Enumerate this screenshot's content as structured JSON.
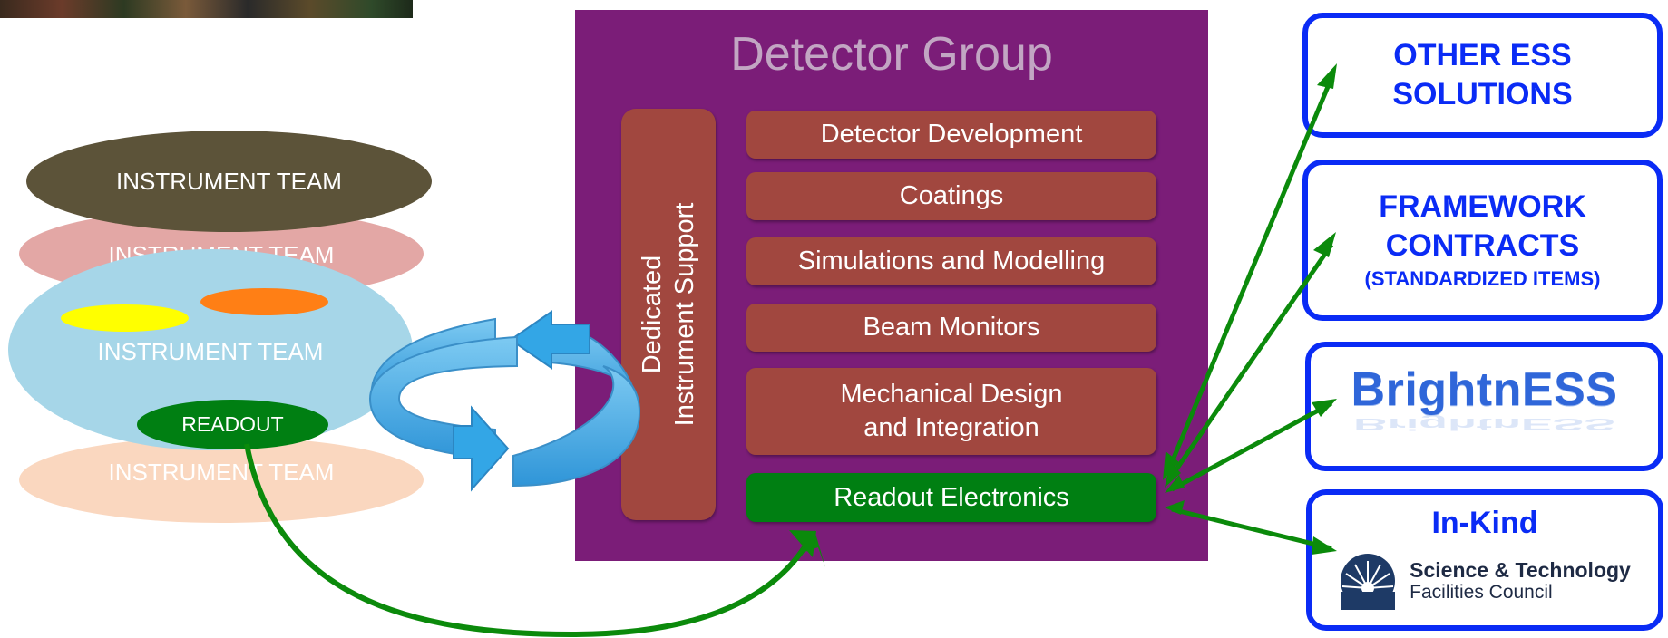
{
  "group": {
    "title": "Detector Group",
    "vertical_label": "Dedicated\nInstrument Support",
    "boxes": [
      "Detector Development",
      "Coatings",
      "Simulations and Modelling",
      "Beam Monitors",
      "Mechanical Design\nand Integration",
      "Readout Electronics"
    ]
  },
  "left": {
    "team_top": "INSTRUMENT TEAM",
    "team_pink": "INSTRUMENT TEAM",
    "team_main": "INSTRUMENT TEAM",
    "team_peach": "INSTRUMENT TEAM",
    "readout": "READOUT"
  },
  "right": {
    "other": "OTHER ESS\nSOLUTIONS",
    "framework": "FRAMEWORK\nCONTRACTS",
    "framework_sub": "(STANDARDIZED ITEMS)",
    "brightness": "BrightnESS",
    "inkind": "In-Kind",
    "stfc_line1": "Science & Technology",
    "stfc_line2": "Facilities Council"
  },
  "colors": {
    "purple": "#7b1d78",
    "brick": "#a1473f",
    "green": "#007f12",
    "blue_border": "#0a2bf5",
    "arrow_green": "#0b8a0b",
    "cycle_blue": "#4aaee6"
  }
}
